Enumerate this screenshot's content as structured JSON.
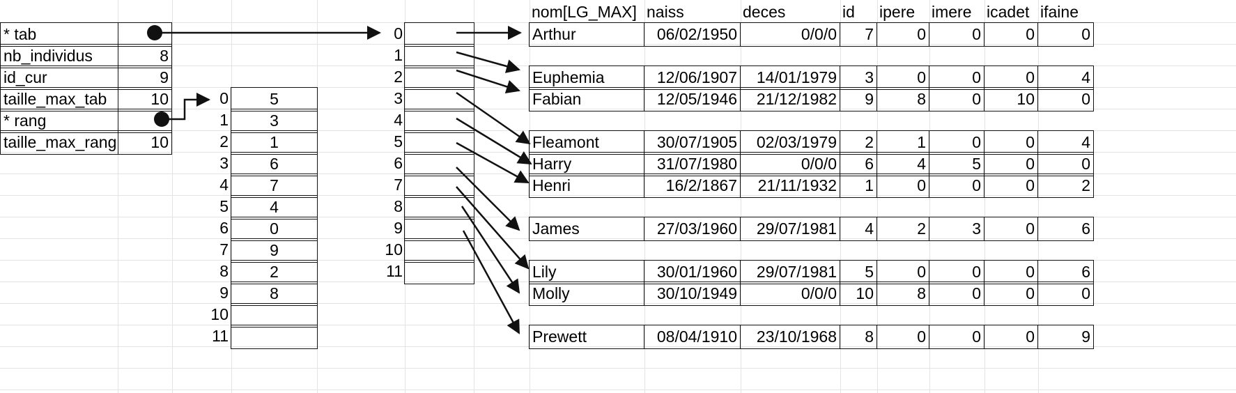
{
  "struct": {
    "rows": [
      {
        "label": "* tab",
        "value": ""
      },
      {
        "label": "nb_individus",
        "value": "8"
      },
      {
        "label": "id_cur",
        "value": "9"
      },
      {
        "label": "taille_max_tab",
        "value": "10"
      },
      {
        "label": "* rang",
        "value": ""
      },
      {
        "label": "taille_max_rang",
        "value": "10"
      }
    ]
  },
  "rang": {
    "indices": [
      "0",
      "1",
      "2",
      "3",
      "4",
      "5",
      "6",
      "7",
      "8",
      "9",
      "10",
      "11"
    ],
    "values": [
      "5",
      "3",
      "1",
      "6",
      "7",
      "4",
      "0",
      "9",
      "2",
      "8",
      "",
      ""
    ]
  },
  "tab": {
    "indices": [
      "0",
      "1",
      "2",
      "3",
      "4",
      "5",
      "6",
      "7",
      "8",
      "9",
      "10",
      "11"
    ]
  },
  "records": {
    "headers": [
      "nom[LG_MAX]",
      "naiss",
      "deces",
      "id",
      "ipere",
      "imere",
      "icadet",
      "ifaine"
    ],
    "rows": [
      {
        "row": 1,
        "cells": [
          "Arthur",
          "06/02/1950",
          "0/0/0",
          "7",
          "0",
          "0",
          "0",
          "0"
        ]
      },
      {
        "row": 3,
        "cells": [
          "Euphemia",
          "12/06/1907",
          "14/01/1979",
          "3",
          "0",
          "0",
          "0",
          "4"
        ]
      },
      {
        "row": 4,
        "cells": [
          "Fabian",
          "12/05/1946",
          "21/12/1982",
          "9",
          "8",
          "0",
          "10",
          "0"
        ]
      },
      {
        "row": 6,
        "cells": [
          "Fleamont",
          "30/07/1905",
          "02/03/1979",
          "2",
          "1",
          "0",
          "0",
          "4"
        ]
      },
      {
        "row": 7,
        "cells": [
          "Harry",
          "31/07/1980",
          "0/0/0",
          "6",
          "4",
          "5",
          "0",
          "0"
        ]
      },
      {
        "row": 8,
        "cells": [
          "Henri",
          "16/2/1867",
          "21/11/1932",
          "1",
          "0",
          "0",
          "0",
          "2"
        ]
      },
      {
        "row": 10,
        "cells": [
          "James",
          "27/03/1960",
          "29/07/1981",
          "4",
          "2",
          "3",
          "0",
          "6"
        ]
      },
      {
        "row": 12,
        "cells": [
          "Lily",
          "30/01/1960",
          "29/07/1981",
          "5",
          "0",
          "0",
          "0",
          "6"
        ]
      },
      {
        "row": 13,
        "cells": [
          "Molly",
          "30/10/1949",
          "0/0/0",
          "10",
          "8",
          "0",
          "0",
          "0"
        ]
      },
      {
        "row": 15,
        "cells": [
          "Prewett",
          "08/04/1910",
          "23/10/1968",
          "8",
          "0",
          "0",
          "0",
          "9"
        ]
      }
    ]
  },
  "pointers": [
    {
      "from": "* tab",
      "to": "tab 0"
    },
    {
      "from": "* rang",
      "to": "rang 0"
    }
  ],
  "links": [
    {
      "tab": "0",
      "record": "Arthur"
    },
    {
      "tab": "1",
      "record": "Euphemia"
    },
    {
      "tab": "2",
      "record": "Fabian"
    },
    {
      "tab": "3",
      "record": "Fleamont"
    },
    {
      "tab": "4",
      "record": "Harry"
    },
    {
      "tab": "5",
      "record": "Henri"
    },
    {
      "tab": "6",
      "record": "James"
    },
    {
      "tab": "7",
      "record": "Lily"
    },
    {
      "tab": "8",
      "record": "Molly"
    },
    {
      "tab": "9",
      "record": "Prewett"
    }
  ],
  "colors": {
    "line": "#111111",
    "gridline": "#e3e3e3",
    "background": "#ffffff"
  }
}
